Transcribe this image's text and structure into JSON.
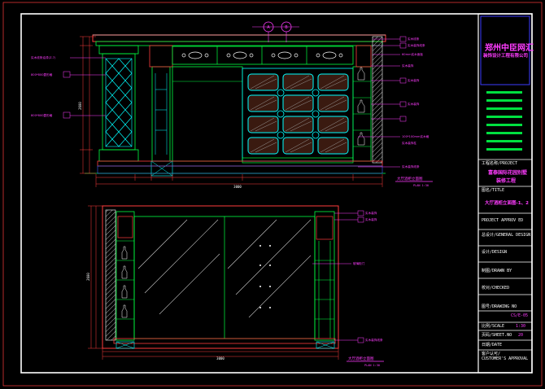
{
  "title_block": {
    "company_cn": "郑州中臣网汇",
    "company_sub_cn": "装饰设计工程有限公司",
    "project_label": "工程名称/PROJECT",
    "project_name_cn": "富泰国际花园别墅",
    "project_name_cn2": "装修工程",
    "title_label": "图名/TITLE",
    "title_value_cn": "大厅酒柜立面图-1、2",
    "project_approved": "PROJECT APPROV ED",
    "general_design_label": "总设计/GENERAL DESIGN",
    "design_label": "设计/DESIGN",
    "drawn_label": "制图/DRAWN BY",
    "checked_label": "校对/CHECKED",
    "drawing_no_label": "图号/DRAWING NO",
    "drawing_no_value": "CS/E-05",
    "scale_label": "比例/SCALE",
    "scale_value": "1:30",
    "sheet_label": "页码/SHEET.NO",
    "sheet_value": "20",
    "date_label": "日期/DATE",
    "customer_label": "客户认可/",
    "customer_approval": "CUSTOMER'S APPROVAL"
  },
  "elevation_1": {
    "caption": "大厅酒柜立面图",
    "scale": "PLAN 1:30",
    "top_tag_a": "A",
    "top_tag_b": "B",
    "left_note_1": "实木线条油漆(Z-7)",
    "left_note_2": "800*800菱形格",
    "left_note_3": "800*800菱形格",
    "right_note_1": "实木线条",
    "right_note_2": "实木装饰线条",
    "right_note_3": "60mm实木面板",
    "right_note_4": "实木装饰",
    "right_note_5": "实木装饰",
    "right_note_6": "实木装饰",
    "right_note_7": "100*100mm实木格",
    "right_note_8": "实木装饰柱",
    "right_note_9": "实木装饰线条",
    "dim_total": "3000",
    "dim_height": "2600"
  },
  "elevation_2": {
    "caption": "大厅酒柜立面图",
    "scale": "PLAN 1:30",
    "right_note_1": "实木装饰",
    "right_note_2": "实木装饰",
    "right_note_3": "玻璃柜门",
    "right_note_4": "实木装饰线条",
    "dim_total": "3000",
    "dim_height": "2600"
  },
  "colors": {
    "background": "#000000",
    "frame": "#ffffff",
    "red": "#ff2020",
    "green": "#00ff40",
    "cyan": "#00ffff",
    "magenta": "#ff3cff",
    "blue": "#3c64ff",
    "yellow": "#ffff00"
  }
}
